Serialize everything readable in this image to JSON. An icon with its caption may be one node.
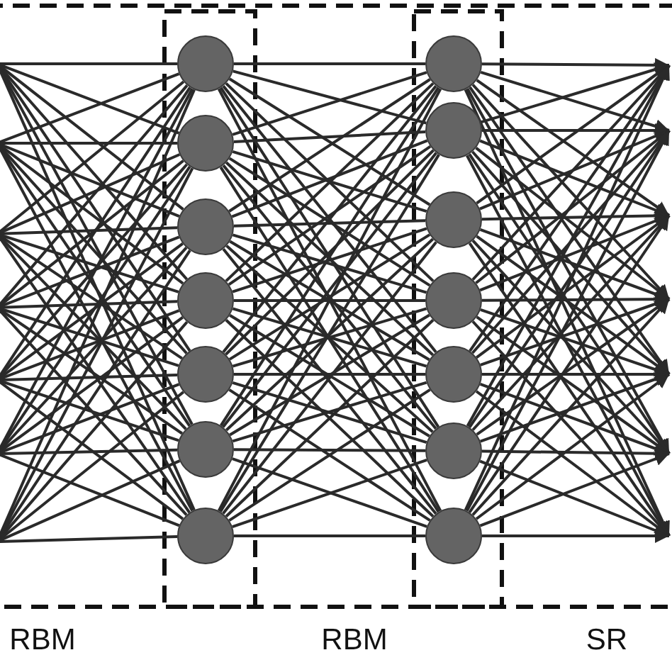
{
  "diagram": {
    "nodes": [
      {
        "text": [],
        "shape": "circle"
      },
      {
        "text": [],
        "shape": "circle"
      },
      {
        "text": [],
        "shape": "circle"
      },
      {
        "text": [],
        "shape": "circle"
      },
      {
        "text": [],
        "shape": "circle"
      },
      {
        "text": [],
        "shape": "circle"
      },
      {
        "text": [],
        "shape": "circle"
      },
      {
        "text": [],
        "shape": "circle"
      },
      {
        "text": [],
        "shape": "circle"
      },
      {
        "text": [],
        "shape": "circle"
      },
      {
        "text": [],
        "shape": "circle"
      },
      {
        "text": [],
        "shape": "circle"
      },
      {
        "text": [],
        "shape": "circle"
      },
      {
        "text": [],
        "shape": "circle"
      }
    ],
    "edges": [
      {
        "from": null,
        "to": 0,
        "arrow": "none"
      },
      {
        "from": null,
        "to": 1,
        "arrow": "none"
      },
      {
        "from": null,
        "to": 2,
        "arrow": "none"
      },
      {
        "from": null,
        "to": 3,
        "arrow": "none"
      },
      {
        "from": null,
        "to": 4,
        "arrow": "none"
      },
      {
        "from": null,
        "to": 5,
        "arrow": "none"
      },
      {
        "from": null,
        "to": 6,
        "arrow": "none"
      },
      {
        "from": null,
        "to": 0,
        "arrow": "none"
      },
      {
        "from": null,
        "to": 1,
        "arrow": "none"
      },
      {
        "from": null,
        "to": 2,
        "arrow": "none"
      },
      {
        "from": null,
        "to": 3,
        "arrow": "none"
      },
      {
        "from": null,
        "to": 4,
        "arrow": "none"
      },
      {
        "from": null,
        "to": 5,
        "arrow": "none"
      },
      {
        "from": null,
        "to": 6,
        "arrow": "none"
      },
      {
        "from": null,
        "to": 0,
        "arrow": "none"
      },
      {
        "from": null,
        "to": 1,
        "arrow": "none"
      },
      {
        "from": null,
        "to": 2,
        "arrow": "none"
      },
      {
        "from": null,
        "to": 3,
        "arrow": "none"
      },
      {
        "from": null,
        "to": 4,
        "arrow": "none"
      },
      {
        "from": null,
        "to": 5,
        "arrow": "none"
      },
      {
        "from": null,
        "to": 6,
        "arrow": "none"
      },
      {
        "from": null,
        "to": 0,
        "arrow": "none"
      },
      {
        "from": null,
        "to": 1,
        "arrow": "none"
      },
      {
        "from": null,
        "to": 2,
        "arrow": "none"
      },
      {
        "from": null,
        "to": 3,
        "arrow": "none"
      },
      {
        "from": null,
        "to": 4,
        "arrow": "none"
      },
      {
        "from": null,
        "to": 5,
        "arrow": "none"
      },
      {
        "from": null,
        "to": 6,
        "arrow": "none"
      },
      {
        "from": null,
        "to": 0,
        "arrow": "none"
      },
      {
        "from": null,
        "to": 1,
        "arrow": "none"
      },
      {
        "from": null,
        "to": 2,
        "arrow": "none"
      },
      {
        "from": null,
        "to": 3,
        "arrow": "none"
      },
      {
        "from": null,
        "to": 4,
        "arrow": "none"
      },
      {
        "from": null,
        "to": 5,
        "arrow": "none"
      },
      {
        "from": null,
        "to": 6,
        "arrow": "none"
      },
      {
        "from": null,
        "to": 0,
        "arrow": "none"
      },
      {
        "from": null,
        "to": 1,
        "arrow": "none"
      },
      {
        "from": null,
        "to": 2,
        "arrow": "none"
      },
      {
        "from": null,
        "to": 3,
        "arrow": "none"
      },
      {
        "from": null,
        "to": 4,
        "arrow": "none"
      },
      {
        "from": null,
        "to": 5,
        "arrow": "none"
      },
      {
        "from": null,
        "to": 6,
        "arrow": "none"
      },
      {
        "from": null,
        "to": 0,
        "arrow": "none"
      },
      {
        "from": null,
        "to": 1,
        "arrow": "none"
      },
      {
        "from": null,
        "to": 2,
        "arrow": "none"
      },
      {
        "from": null,
        "to": 3,
        "arrow": "none"
      },
      {
        "from": null,
        "to": 4,
        "arrow": "none"
      },
      {
        "from": null,
        "to": 5,
        "arrow": "none"
      },
      {
        "from": null,
        "to": 6,
        "arrow": "none"
      },
      {
        "from": 0,
        "to": 7,
        "arrow": "none"
      },
      {
        "from": 0,
        "to": 8,
        "arrow": "none"
      },
      {
        "from": 0,
        "to": 9,
        "arrow": "none"
      },
      {
        "from": 0,
        "to": 10,
        "arrow": "none"
      },
      {
        "from": 0,
        "to": 11,
        "arrow": "none"
      },
      {
        "from": 0,
        "to": 12,
        "arrow": "none"
      },
      {
        "from": 0,
        "to": 13,
        "arrow": "none"
      },
      {
        "from": 1,
        "to": 7,
        "arrow": "none"
      },
      {
        "from": 1,
        "to": 8,
        "arrow": "none"
      },
      {
        "from": 1,
        "to": 9,
        "arrow": "none"
      },
      {
        "from": 1,
        "to": 10,
        "arrow": "none"
      },
      {
        "from": 1,
        "to": 11,
        "arrow": "none"
      },
      {
        "from": 1,
        "to": 12,
        "arrow": "none"
      },
      {
        "from": 1,
        "to": 13,
        "arrow": "none"
      },
      {
        "from": 2,
        "to": 7,
        "arrow": "none"
      },
      {
        "from": 2,
        "to": 8,
        "arrow": "none"
      },
      {
        "from": 2,
        "to": 9,
        "arrow": "none"
      },
      {
        "from": 2,
        "to": 10,
        "arrow": "none"
      },
      {
        "from": 2,
        "to": 11,
        "arrow": "none"
      },
      {
        "from": 2,
        "to": 12,
        "arrow": "none"
      },
      {
        "from": 2,
        "to": 13,
        "arrow": "none"
      },
      {
        "from": 3,
        "to": 7,
        "arrow": "none"
      },
      {
        "from": 3,
        "to": 8,
        "arrow": "none"
      },
      {
        "from": 3,
        "to": 9,
        "arrow": "none"
      },
      {
        "from": 3,
        "to": 10,
        "arrow": "none"
      },
      {
        "from": 3,
        "to": 11,
        "arrow": "none"
      },
      {
        "from": 3,
        "to": 12,
        "arrow": "none"
      },
      {
        "from": 3,
        "to": 13,
        "arrow": "none"
      },
      {
        "from": 4,
        "to": 7,
        "arrow": "none"
      },
      {
        "from": 4,
        "to": 8,
        "arrow": "none"
      },
      {
        "from": 4,
        "to": 9,
        "arrow": "none"
      },
      {
        "from": 4,
        "to": 10,
        "arrow": "none"
      },
      {
        "from": 4,
        "to": 11,
        "arrow": "none"
      },
      {
        "from": 4,
        "to": 12,
        "arrow": "none"
      },
      {
        "from": 4,
        "to": 13,
        "arrow": "none"
      },
      {
        "from": 5,
        "to": 7,
        "arrow": "none"
      },
      {
        "from": 5,
        "to": 8,
        "arrow": "none"
      },
      {
        "from": 5,
        "to": 9,
        "arrow": "none"
      },
      {
        "from": 5,
        "to": 10,
        "arrow": "none"
      },
      {
        "from": 5,
        "to": 11,
        "arrow": "none"
      },
      {
        "from": 5,
        "to": 12,
        "arrow": "none"
      },
      {
        "from": 5,
        "to": 13,
        "arrow": "none"
      },
      {
        "from": 6,
        "to": 7,
        "arrow": "none"
      },
      {
        "from": 6,
        "to": 8,
        "arrow": "none"
      },
      {
        "from": 6,
        "to": 9,
        "arrow": "none"
      },
      {
        "from": 6,
        "to": 10,
        "arrow": "none"
      },
      {
        "from": 6,
        "to": 11,
        "arrow": "none"
      },
      {
        "from": 6,
        "to": 12,
        "arrow": "none"
      },
      {
        "from": 6,
        "to": 13,
        "arrow": "none"
      },
      {
        "from": 7,
        "to": null,
        "arrow": "to"
      },
      {
        "from": 7,
        "to": null,
        "arrow": "to"
      },
      {
        "from": 7,
        "to": null,
        "arrow": "to"
      },
      {
        "from": 7,
        "to": null,
        "arrow": "to"
      },
      {
        "from": 7,
        "to": null,
        "arrow": "to"
      },
      {
        "from": 7,
        "to": null,
        "arrow": "to"
      },
      {
        "from": 7,
        "to": null,
        "arrow": "to"
      },
      {
        "from": 8,
        "to": null,
        "arrow": "to"
      },
      {
        "from": 8,
        "to": null,
        "arrow": "to"
      },
      {
        "from": 8,
        "to": null,
        "arrow": "to"
      },
      {
        "from": 8,
        "to": null,
        "arrow": "to"
      },
      {
        "from": 8,
        "to": null,
        "arrow": "to"
      },
      {
        "from": 8,
        "to": null,
        "arrow": "to"
      },
      {
        "from": 8,
        "to": null,
        "arrow": "to"
      },
      {
        "from": 9,
        "to": null,
        "arrow": "to"
      },
      {
        "from": 9,
        "to": null,
        "arrow": "to"
      },
      {
        "from": 9,
        "to": null,
        "arrow": "to"
      },
      {
        "from": 9,
        "to": null,
        "arrow": "to"
      },
      {
        "from": 9,
        "to": null,
        "arrow": "to"
      },
      {
        "from": 9,
        "to": null,
        "arrow": "to"
      },
      {
        "from": 9,
        "to": null,
        "arrow": "to"
      },
      {
        "from": 10,
        "to": null,
        "arrow": "to"
      },
      {
        "from": 10,
        "to": null,
        "arrow": "to"
      },
      {
        "from": 10,
        "to": null,
        "arrow": "to"
      },
      {
        "from": 10,
        "to": null,
        "arrow": "to"
      },
      {
        "from": 10,
        "to": null,
        "arrow": "to"
      },
      {
        "from": 10,
        "to": null,
        "arrow": "to"
      },
      {
        "from": 10,
        "to": null,
        "arrow": "to"
      },
      {
        "from": 11,
        "to": null,
        "arrow": "to"
      },
      {
        "from": 11,
        "to": null,
        "arrow": "to"
      },
      {
        "from": 11,
        "to": null,
        "arrow": "to"
      },
      {
        "from": 11,
        "to": null,
        "arrow": "to"
      },
      {
        "from": 11,
        "to": null,
        "arrow": "to"
      },
      {
        "from": 11,
        "to": null,
        "arrow": "to"
      },
      {
        "from": 11,
        "to": null,
        "arrow": "to"
      },
      {
        "from": 12,
        "to": null,
        "arrow": "to"
      },
      {
        "from": 12,
        "to": null,
        "arrow": "to"
      },
      {
        "from": 12,
        "to": null,
        "arrow": "to"
      },
      {
        "from": 12,
        "to": null,
        "arrow": "to"
      },
      {
        "from": 12,
        "to": null,
        "arrow": "to"
      },
      {
        "from": 12,
        "to": null,
        "arrow": "to"
      },
      {
        "from": 12,
        "to": null,
        "arrow": "to"
      },
      {
        "from": 13,
        "to": null,
        "arrow": "to"
      },
      {
        "from": 13,
        "to": null,
        "arrow": "to"
      },
      {
        "from": 13,
        "to": null,
        "arrow": "to"
      },
      {
        "from": 13,
        "to": null,
        "arrow": "to"
      },
      {
        "from": 13,
        "to": null,
        "arrow": "to"
      },
      {
        "from": 13,
        "to": null,
        "arrow": "to"
      },
      {
        "from": 13,
        "to": null,
        "arrow": "to"
      }
    ],
    "labels": [
      "RBM",
      "RBM",
      "SR"
    ]
  }
}
